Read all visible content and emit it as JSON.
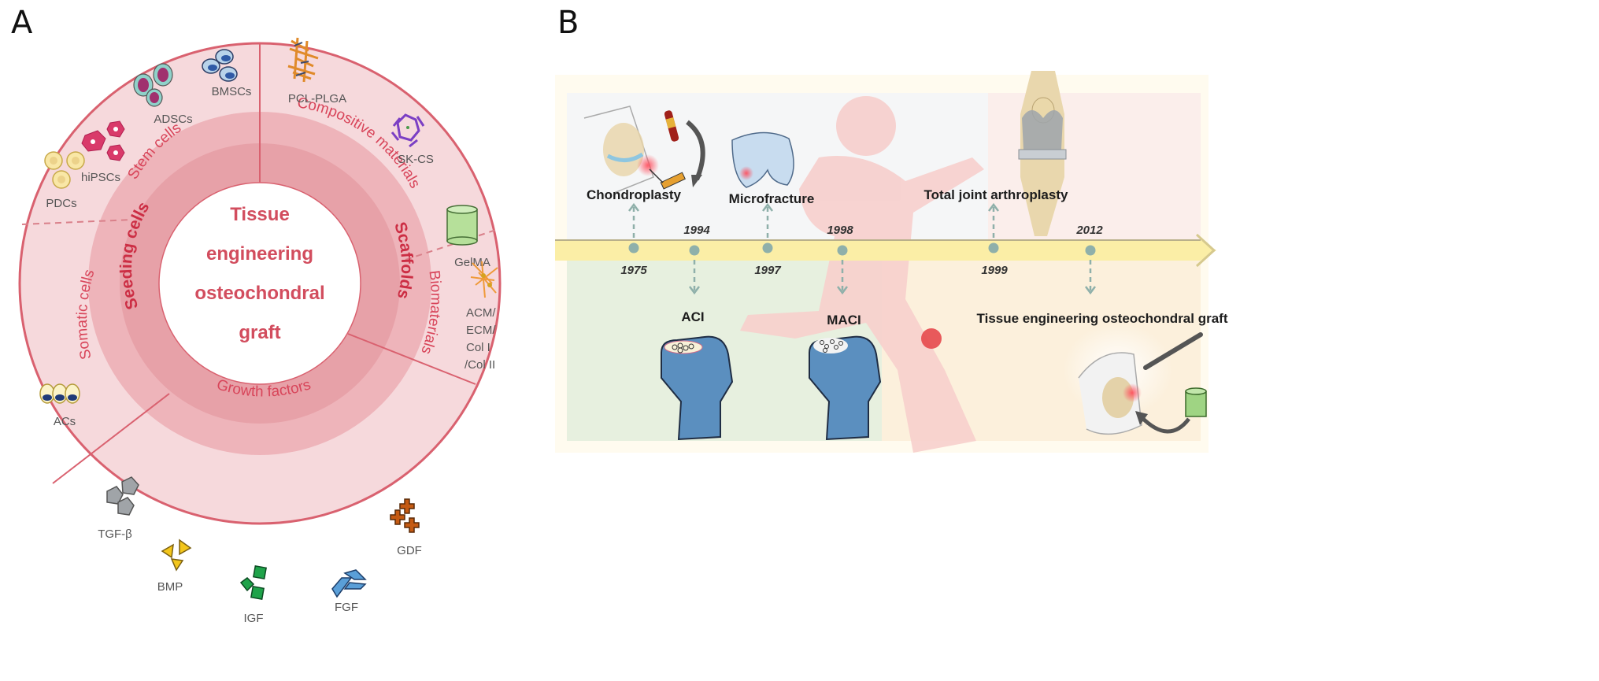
{
  "panel_a": {
    "letter": "A",
    "center_lines": [
      "Tissue",
      "engineering",
      "osteochondral",
      "graft"
    ],
    "categories": [
      {
        "label": "Seeding cells"
      },
      {
        "label": "Scaffolds"
      },
      {
        "label": "Growth factors"
      }
    ],
    "subcategories": [
      {
        "label": "Stem cells"
      },
      {
        "label": "Somatic cells"
      },
      {
        "label": "Compositive materials"
      },
      {
        "label": "Biomaterials"
      }
    ],
    "items": {
      "stem_cells": [
        "BMSCs",
        "ADSCs",
        "hiPSCs",
        "PDCs"
      ],
      "somatic_cells": [
        "ACs"
      ],
      "compositive_materials": [
        "PCL-PLGA",
        "SK-CS",
        "GelMA"
      ],
      "biomaterials": [
        "ACM/",
        "ECM/",
        "Col I",
        "/Col II"
      ],
      "growth_factors": [
        "TGF-β",
        "BMP",
        "IGF",
        "FGF",
        "GDF"
      ]
    },
    "colors": {
      "outer_ring": "#f6d9dc",
      "middle_ring": "#eeb4ba",
      "inner_ring": "#e7a1a8",
      "border": "#d9616f",
      "text_accent": "#cc2e44"
    }
  },
  "panel_b": {
    "letter": "B",
    "above_events": [
      {
        "label": "Chondroplasty",
        "year": "1975"
      },
      {
        "label": "Microfracture",
        "year": "1997"
      },
      {
        "label": "Total joint arthroplasty",
        "year": "1999"
      }
    ],
    "below_events": [
      {
        "label": "ACI",
        "year": "1994"
      },
      {
        "label": "MACI",
        "year": "1998"
      },
      {
        "label": "Tissue engineering osteochondral graft",
        "year": "2012"
      }
    ],
    "colors": {
      "timeline_bar": "#fbeea6",
      "dot": "#8fb0aa",
      "arrow_dash": "#8fb0aa",
      "top_bg": "#f5f6f7",
      "top_bg_right": "#fbeeeb",
      "bottom_left_bg": "#e7f0df",
      "bottom_right_bg": "#fcf0dc",
      "runner": "#f7cfcc",
      "bone": "#5b8fbf"
    }
  }
}
